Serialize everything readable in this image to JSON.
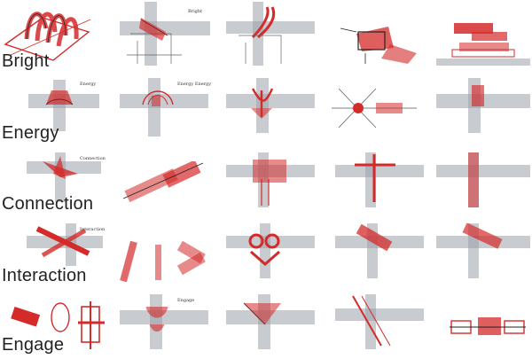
{
  "rows": [
    {
      "label": "Bright"
    },
    {
      "label": "Energy"
    },
    {
      "label": "Connection"
    },
    {
      "label": "Interaction"
    },
    {
      "label": "Engage"
    }
  ],
  "sketch_note_labels": [
    "Bright",
    "Energy",
    "Energy Energy",
    "Connection",
    "Interaction",
    "Engage"
  ],
  "colors": {
    "background": "#ffffff",
    "red_ink": "#d42a2a",
    "grey_ink": "#7a7f88",
    "pencil": "#555555",
    "label_text": "#222222"
  }
}
